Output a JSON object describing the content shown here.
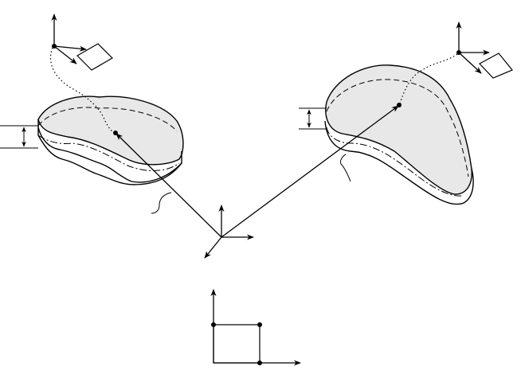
{
  "diagram": {
    "description_free": true,
    "colors": {
      "stroke": "#000000",
      "fill": "#e8e8e8",
      "background": "#ffffff"
    },
    "elements": [
      "left-thick-body",
      "right-thick-body",
      "global-frame",
      "left-local-frame",
      "right-local-frame",
      "planar-square-frame",
      "thickness-dimension-left",
      "thickness-dimension-right",
      "position-vectors",
      "dotted-curves"
    ]
  }
}
